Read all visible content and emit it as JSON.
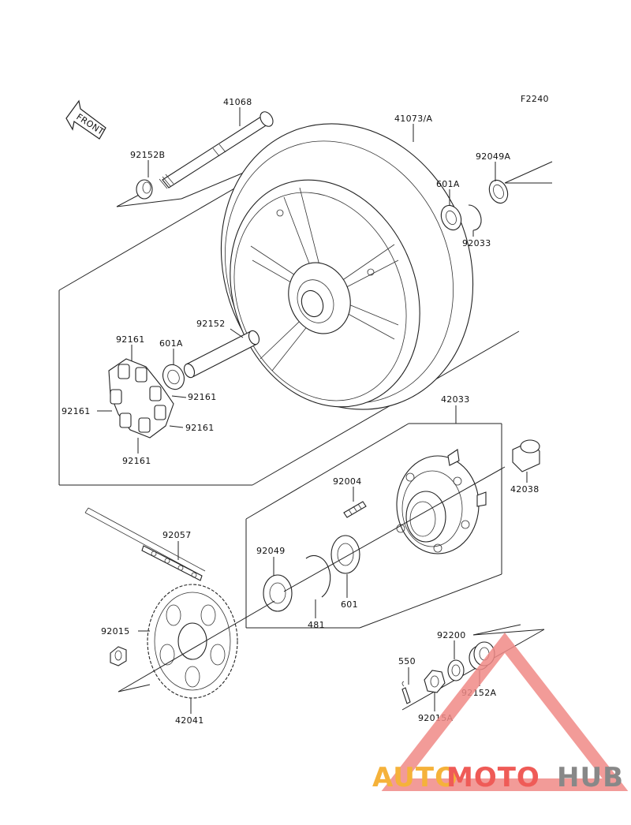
{
  "figure_code": "F2240",
  "front_arrow_text": "FRONT",
  "labels": {
    "p41068": "41068",
    "p41073A": "41073/A",
    "p92152B": "92152B",
    "p92049A": "92049A",
    "p601A_top": "601A",
    "p92033": "92033",
    "p92152": "92152",
    "p92161_a": "92161",
    "p601A_left": "601A",
    "p92161_b": "92161",
    "p92161_c": "92161",
    "p92161_d": "92161",
    "p92161_e": "92161",
    "p42033": "42033",
    "p92004": "92004",
    "p42038": "42038",
    "p92057": "92057",
    "p92049": "92049",
    "p481": "481",
    "p601": "601",
    "p92015": "92015",
    "p42041": "42041",
    "p92200": "92200",
    "p550": "550",
    "p92152A": "92152A",
    "p92015A": "92015A"
  },
  "watermark": {
    "part1": "AUTO",
    "part2": "MOTO",
    "part3": "HUB",
    "color1": "#f5b23a",
    "color2": "#ef5b57",
    "color3": "#888888"
  }
}
